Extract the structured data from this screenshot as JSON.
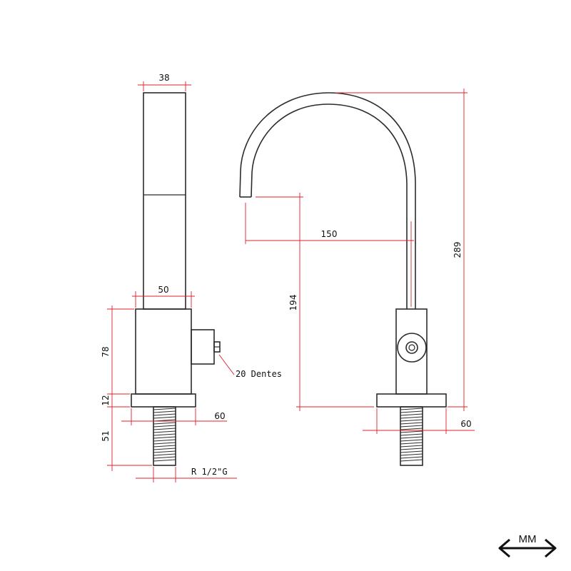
{
  "side_view": {
    "dims": {
      "spout_width": "38",
      "body_width": "50",
      "body_height": "78",
      "base_height": "12",
      "base_width": "60",
      "thread_length": "51"
    },
    "labels": {
      "valve_note": "20 Dentes",
      "thread_spec": "R 1/2\"G"
    }
  },
  "front_view": {
    "dims": {
      "reach": "150",
      "spout_height": "194",
      "overall_height": "289",
      "base_width": "60"
    }
  },
  "unit_badge": {
    "label": "MM",
    "icon": "double-arrow-icon"
  },
  "colors": {
    "outline": "#2b2b2b",
    "dimension": "#e0202a"
  }
}
